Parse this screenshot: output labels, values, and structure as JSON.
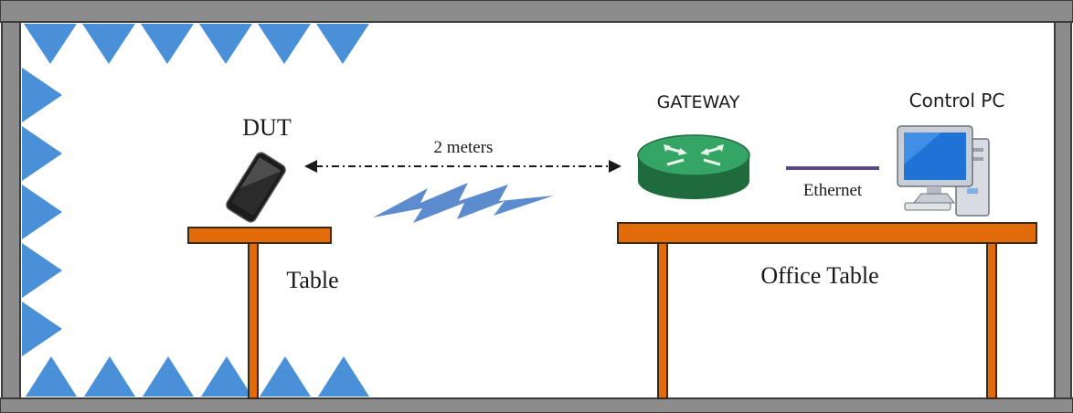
{
  "labels": {
    "dut": "DUT",
    "distance": "2 meters",
    "gateway": "GATEWAY",
    "control_pc": "Control PC",
    "ethernet": "Ethernet",
    "table": "Table",
    "office_table": "Office Table"
  },
  "icons": {
    "phone": "smartphone-icon",
    "gateway": "router-icon",
    "pc": "desktop-computer-icon",
    "wireless": "wireless-signal-icon"
  },
  "colors": {
    "frame": "#8c8c8c",
    "absorber": "#4a90d9",
    "table": "#e36c0a",
    "table_stroke": "#3a2a1a",
    "router": "#2e8b57",
    "ethernet_line": "#5b4a8a",
    "signal": "#4a7fc8"
  }
}
